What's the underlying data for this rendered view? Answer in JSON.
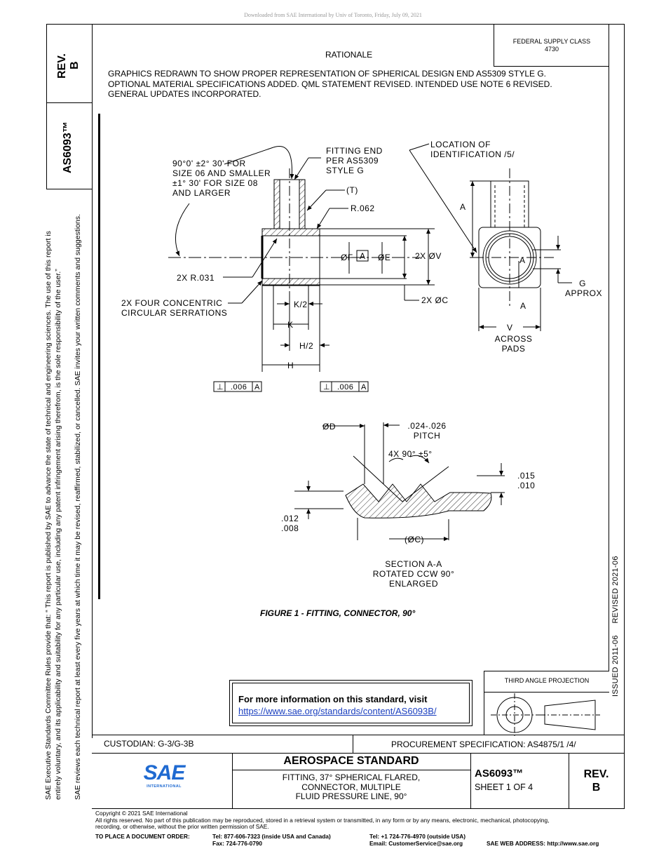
{
  "download_banner": "Downloaded from SAE International by Univ of Toronto, Friday, July 09, 2021",
  "header": {
    "rev_label": "REV.",
    "rev_value": "B",
    "doc_id": "AS6093™",
    "federal_supply_class_label": "FEDERAL SUPPLY CLASS",
    "federal_supply_class_value": "4730",
    "rationale_title": "RATIONALE",
    "rationale_lines": [
      "GRAPHICS REDRAWN TO SHOW PROPER REPRESENTATION OF SPHERICAL DESIGN END AS5309 STYLE G.",
      "OPTIONAL MATERIAL SPECIFICATIONS ADDED. QML STATEMENT REVISED. INTENDED USE NOTE 6 REVISED.",
      "GENERAL UPDATES INCORPORATED."
    ]
  },
  "side_notice": {
    "line1": "SAE Executive Standards Committee Rules provide that: “  This report is published by SAE to advance the state of technical and engineering sciences. The use of this report is",
    "line2": "entirely voluntary, and its applicability and suitability for any particular use, including any patent infringement arising therefrom, is the sole responsibility of the user.”",
    "line3": "SAE reviews each technical report at least every five years at which time it may be revised, reaffirmed, stabilized, or cancelled. SAE invites your written comments and suggestions."
  },
  "issue_dates": {
    "issued": "ISSUED 2011-06",
    "revised": "REVISED 2021-06"
  },
  "drawing": {
    "callout_angle": [
      "90°0' ±2° 30' FOR",
      "SIZE 06 AND SMALLER",
      "±1° 30' FOR SIZE 08",
      "AND LARGER"
    ],
    "fitting_end": [
      "FITTING END",
      "PER AS5309",
      "STYLE G"
    ],
    "t_label": "(T)",
    "r062": "R.062",
    "location_id": [
      "LOCATION OF",
      "IDENTIFICATION /5/"
    ],
    "dim_a": "A",
    "dia_f": "ØF",
    "datum_a": "A",
    "dia_e": "ØE",
    "dia_v": "2X ØV",
    "r031": "2X R.031",
    "serrations": [
      "2X FOUR CONCENTRIC",
      "CIRCULAR SERRATIONS"
    ],
    "k2": "K/2",
    "k": "K",
    "h2": "H/2",
    "h": "H",
    "dia_c": "2X ØC",
    "g_approx": [
      "G",
      "APPROX"
    ],
    "section_a": "A",
    "v": "V",
    "across_pads": [
      "ACROSS",
      "PADS"
    ],
    "fcf_sym": "⊥",
    "fcf_tol": ".006",
    "fcf_datum": "A",
    "dia_d": "ØD",
    "pitch": [
      ".024-.026",
      "PITCH"
    ],
    "angle_4x": "4X 90° ±5°",
    "depth_top": [
      ".015",
      ".010"
    ],
    "depth_left": [
      ".012",
      ".008"
    ],
    "dia_c_ref": "(ØC)",
    "section_label": [
      "SECTION A-A",
      "ROTATED CCW 90°",
      "ENLARGED"
    ],
    "figure_caption": "FIGURE 1 - FITTING, CONNECTOR, 90°"
  },
  "info_box": {
    "text": "For more information on this standard, visit",
    "link": "https://www.sae.org/standards/content/AS6093B/"
  },
  "projection": {
    "label": "THIRD ANGLE PROJECTION"
  },
  "title_block": {
    "custodian": "CUSTODIAN: G-3/G-3B",
    "procurement": "PROCUREMENT SPECIFICATION: AS4875/1 /4/",
    "logo_text": "SAE",
    "logo_sub": "INTERNATIONAL",
    "standard_title": "AEROSPACE STANDARD",
    "desc_lines": [
      "FITTING, 37° SPHERICAL FLARED,",
      "CONNECTOR, MULTIPLE",
      "FLUID PRESSURE LINE, 90°"
    ],
    "doc_id": "AS6093™",
    "sheet": "SHEET 1 OF 4",
    "rev_label": "REV.",
    "rev_value": "B"
  },
  "footer": {
    "copyright": "Copyright © 2021 SAE International",
    "rights1": "All rights reserved. No part of this publication may be reproduced, stored in a retrieval system or transmitted, in any form or by any means, electronic, mechanical, photocopying,",
    "rights2": "recording, or otherwise, without the prior written permission of SAE.",
    "order_label": "TO PLACE A DOCUMENT ORDER:",
    "tel_usa": "Tel: 877-606-7323 (inside USA and Canada)",
    "fax": "Fax: 724-776-0790",
    "tel_outside": "Tel: +1 724-776-4970 (outside USA)",
    "email": "Email: CustomerService@sae.org",
    "web": "SAE WEB ADDRESS: http://www.sae.org"
  },
  "colors": {
    "link": "#1a3fbf",
    "logo": "#1f6ad1"
  }
}
